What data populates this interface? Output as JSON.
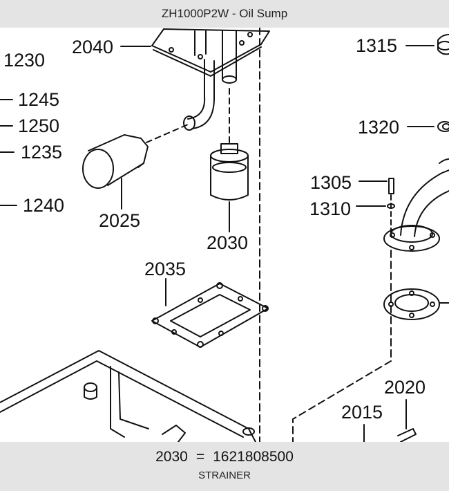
{
  "window": {
    "title": "ZH1000P2W - Oil Sump"
  },
  "callouts": {
    "c1230": "1230",
    "c1245": "1245",
    "c1250": "1250",
    "c1235": "1235",
    "c1240": "1240",
    "c2040": "2040",
    "c2025": "2025",
    "c2030": "2030",
    "c2035": "2035",
    "c1315": "1315",
    "c1320": "1320",
    "c1305": "1305",
    "c1310": "1310",
    "c2020": "2020",
    "c2015": "2015"
  },
  "selection": {
    "item": "2030",
    "separator": "=",
    "part_number": "1621808500",
    "description": "STRAINER"
  }
}
